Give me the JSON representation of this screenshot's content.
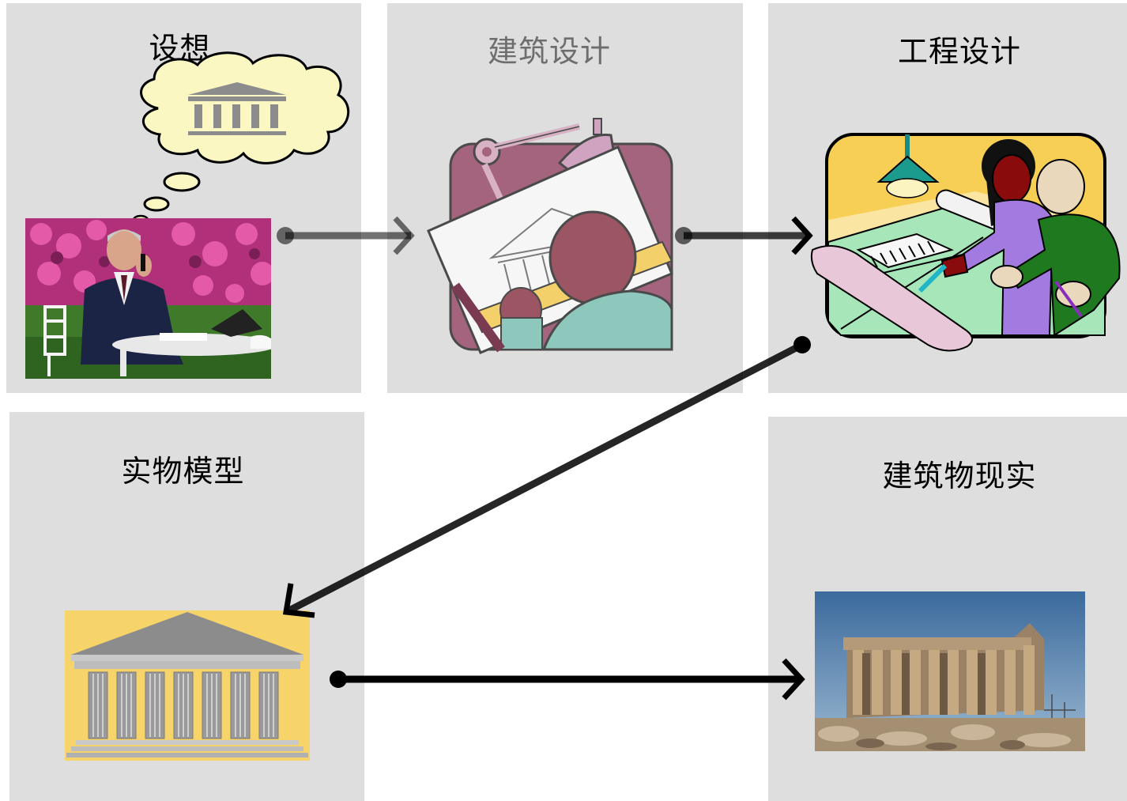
{
  "stages": {
    "concept": {
      "title": "设想"
    },
    "architectural_design": {
      "title": "建筑设计"
    },
    "engineering_design": {
      "title": "工程设计"
    },
    "physical_model": {
      "title": "实物模型"
    },
    "building_reality": {
      "title": "建筑物现实"
    }
  },
  "flow": [
    "concept",
    "architectural_design",
    "engineering_design",
    "physical_model",
    "building_reality"
  ],
  "colors": {
    "panel_bg": "#dedede",
    "arrow": "#000000",
    "thought_cloud": "#fbf7c3",
    "model_bg": "#f7d46a",
    "drafting_bg": "#a4647e"
  },
  "icons": {
    "concept": "businessman-phone-garden-photo",
    "thought": "thought-bubble-temple-icon",
    "architectural_design": "architect-drafting-table-clipart",
    "engineering_design": "engineers-reviewing-blueprint-clipart",
    "physical_model": "temple-model-icon",
    "building_reality": "parthenon-photo"
  }
}
